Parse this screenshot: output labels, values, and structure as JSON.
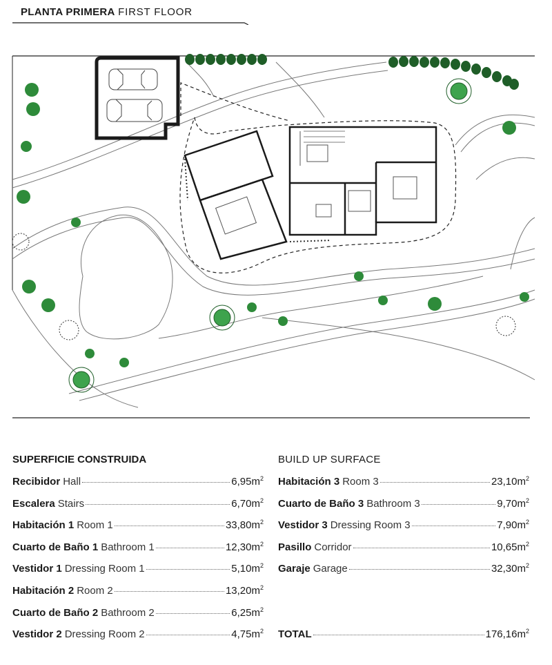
{
  "header": {
    "title_es": "PLANTA PRIMERA",
    "title_en": "FIRST FLOOR"
  },
  "surface": {
    "title_es": "SUPERFICIE CONSTRUIDA",
    "title_en": "BUILD UP SURFACE",
    "unit_sup": "2",
    "left_rows": [
      {
        "es": "Recibidor",
        "en": "Hall",
        "value": "6,95m"
      },
      {
        "es": "Escalera",
        "en": "Stairs",
        "value": "6,70m"
      },
      {
        "es": "Habitación 1",
        "en": "Room 1",
        "value": "33,80m"
      },
      {
        "es": "Cuarto de Baño 1",
        "en": "Bathroom 1",
        "value": "12,30m"
      },
      {
        "es": "Vestidor 1",
        "en": "Dressing Room 1",
        "value": "5,10m"
      },
      {
        "es": "Habitación 2",
        "en": "Room 2",
        "value": "13,20m"
      },
      {
        "es": "Cuarto de Baño 2",
        "en": "Bathroom 2",
        "value": "6,25m"
      },
      {
        "es": "Vestidor 2",
        "en": "Dressing Room 2",
        "value": "4,75m"
      }
    ],
    "right_rows": [
      {
        "es": "Habitación 3",
        "en": "Room 3",
        "value": "23,10m"
      },
      {
        "es": "Cuarto de Baño 3",
        "en": "Bathroom 3",
        "value": "9,70m"
      },
      {
        "es": "Vestidor 3",
        "en": "Dressing Room 3",
        "value": "7,90m"
      },
      {
        "es": "Pasillo",
        "en": "Corridor",
        "value": "10,65m"
      },
      {
        "es": "Garaje",
        "en": "Garage",
        "value": "32,30m"
      }
    ],
    "total": {
      "label": "TOTAL",
      "value": "176,16m"
    }
  },
  "colors": {
    "ink": "#1a1a1a",
    "tree": "#2e8b3a",
    "tree_dark": "#1f5e28",
    "wall": "#333333"
  }
}
